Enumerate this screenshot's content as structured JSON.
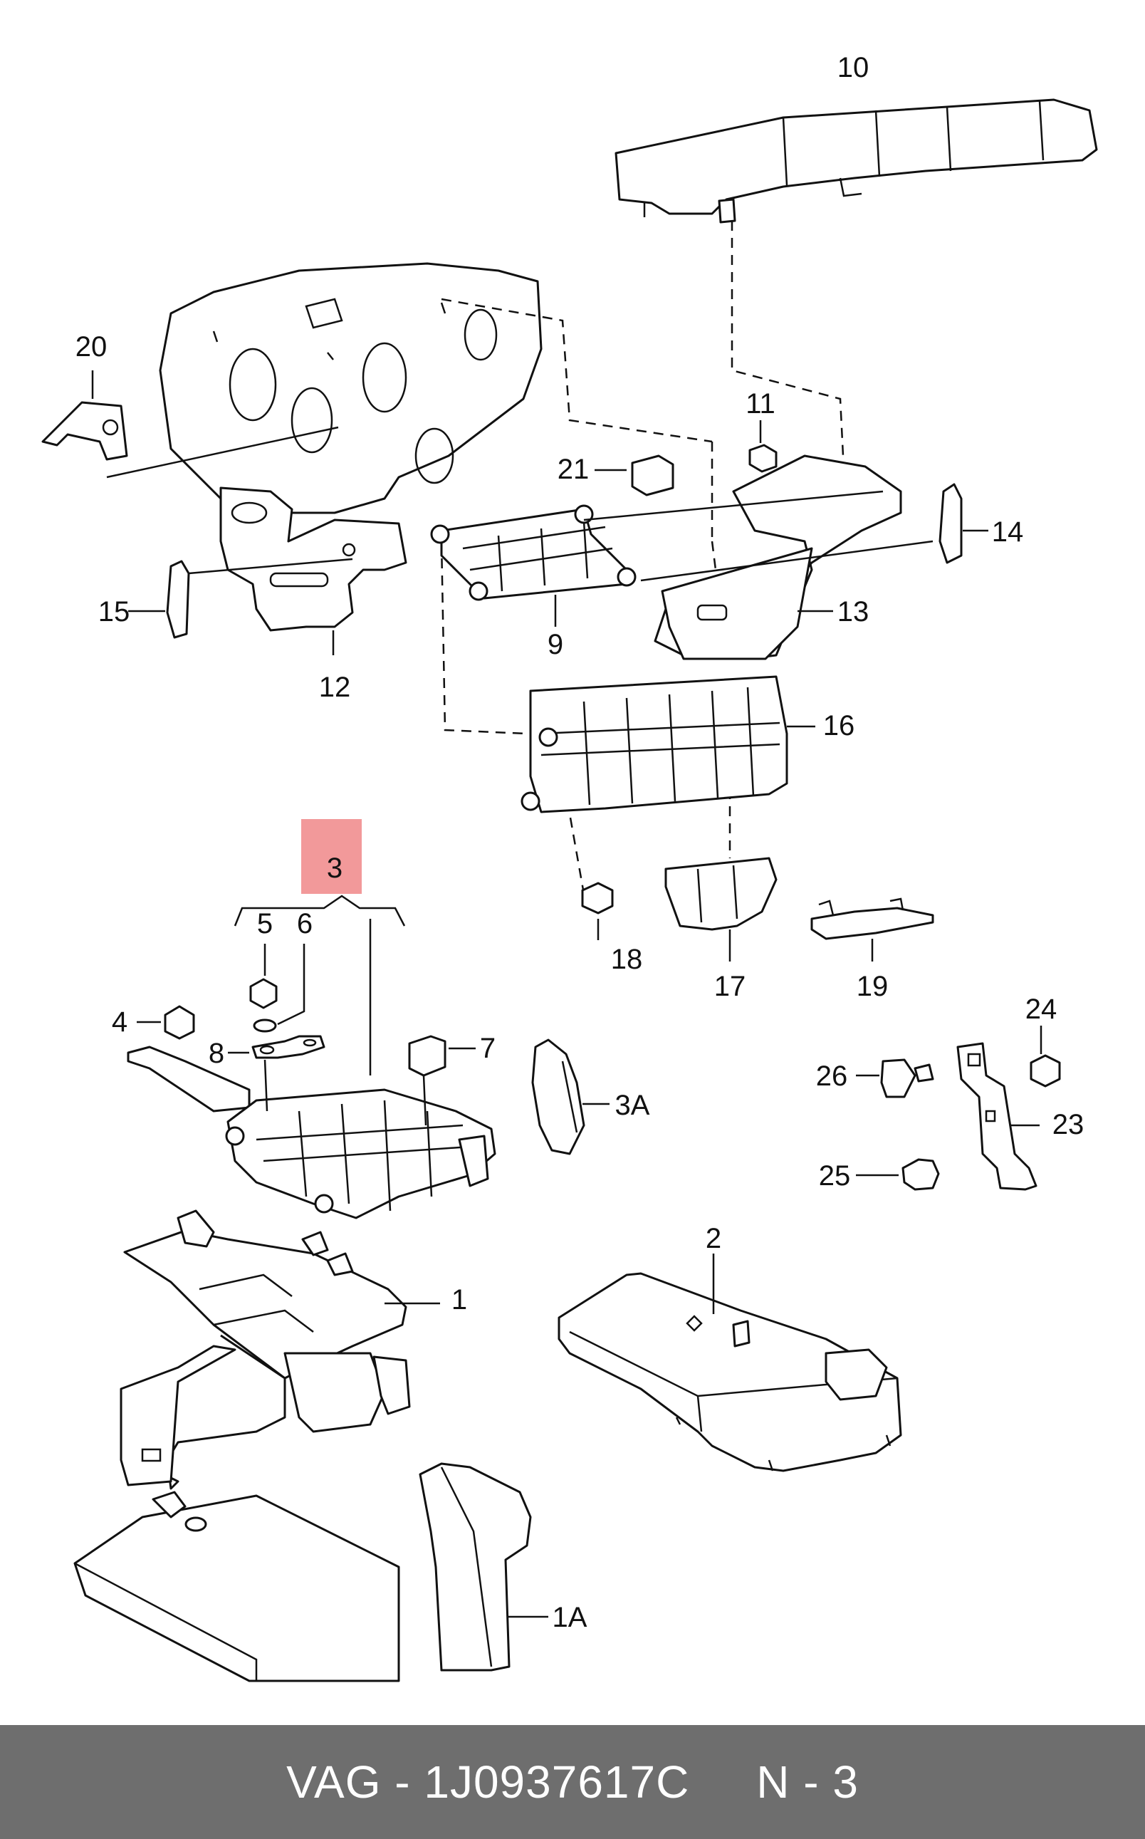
{
  "diagram": {
    "labels": [
      "10",
      "20",
      "11",
      "21",
      "14",
      "15",
      "13",
      "9",
      "12",
      "16",
      "3",
      "5",
      "6",
      "4",
      "8",
      "7",
      "3A",
      "18",
      "17",
      "19",
      "24",
      "26",
      "23",
      "25",
      "1",
      "2",
      "1A"
    ],
    "highlighted_label": "3",
    "highlight_color": "#f2999a"
  },
  "footer": {
    "brand": "VAG",
    "part_number": "1J0937617C",
    "position": "N - 3",
    "background_color": "#6e6e6e"
  }
}
